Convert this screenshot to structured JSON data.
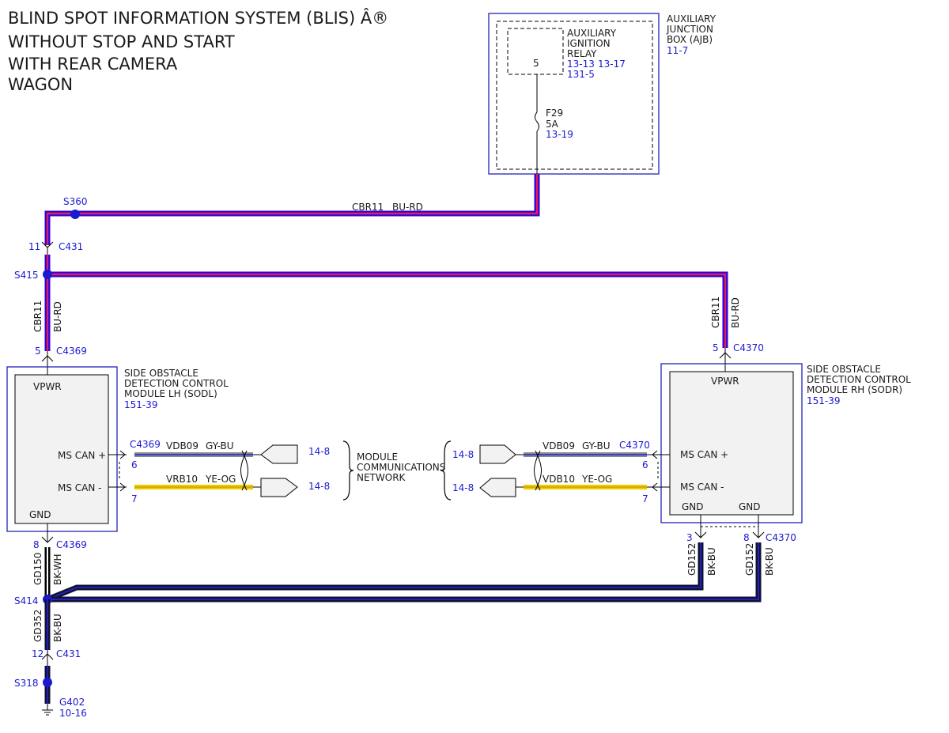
{
  "title": {
    "line1": "BLIND SPOT INFORMATION SYSTEM (BLIS) Â®",
    "line2": "WITHOUT STOP AND START",
    "line3": "WITH REAR CAMERA",
    "line4": "WAGON"
  },
  "ajb": {
    "name_line1": "AUXILIARY",
    "name_line2": "JUNCTION",
    "name_line3": "BOX (AJB)",
    "ref": "11-7",
    "relay_line1": "AUXILIARY",
    "relay_line2": "IGNITION",
    "relay_line3": "RELAY",
    "relay_pin": "5",
    "relay_ref1": "13-13",
    "relay_ref2": "13-17",
    "relay_ref3": "131-5",
    "fuse_name": "F29",
    "fuse_rating": "5A",
    "fuse_ref": "13-19"
  },
  "wires": {
    "cbr11": "CBR11",
    "bu_rd": "BU-RD",
    "gd150": "GD150",
    "bk_wh": "BK-WH",
    "gd352": "GD352",
    "bk_bu": "BK-BU",
    "gd152": "GD152",
    "vdb09": "VDB09",
    "gy_bu": "GY-BU",
    "vrb10": "VRB10",
    "ye_og": "YE-OG",
    "vdb10": "VDB10"
  },
  "splices": {
    "s360": "S360",
    "s415": "S415",
    "s414": "S414",
    "s318": "S318"
  },
  "connectors": {
    "c431": "C431",
    "c4369": "C4369",
    "c4370": "C4370",
    "pin_11": "11",
    "pin_12": "12",
    "pin_5": "5",
    "pin_6": "6",
    "pin_7": "7",
    "pin_8": "8",
    "pin_3": "3"
  },
  "ground": {
    "name": "G402",
    "ref": "10-16"
  },
  "sodl": {
    "name_line1": "SIDE OBSTACLE",
    "name_line2": "DETECTION CONTROL",
    "name_line3": "MODULE LH (SODL)",
    "ref": "151-39",
    "vpwr": "VPWR",
    "ms_can_plus": "MS CAN +",
    "ms_can_minus": "MS CAN -",
    "gnd": "GND"
  },
  "sodr": {
    "name_line1": "SIDE OBSTACLE",
    "name_line2": "DETECTION CONTROL",
    "name_line3": "MODULE RH (SODR)",
    "ref": "151-39",
    "vpwr": "VPWR",
    "ms_can_plus": "MS CAN +",
    "ms_can_minus": "MS CAN -",
    "gnd1": "GND",
    "gnd2": "GND"
  },
  "network": {
    "line1": "MODULE",
    "line2": "COMMUNICATIONS",
    "line3": "NETWORK",
    "ref": "14-8"
  },
  "colors": {
    "bu_rd_outer": "#3300dd",
    "bu_rd_inner": "#dd2255",
    "bk_bu_outer": "#111133",
    "bk_bu_inner": "#2222bb",
    "bk_wh_outer": "#000000",
    "bk_wh_inner": "#ffffff",
    "gy_bu_outer": "#8a8a8a",
    "gy_bu_inner": "#3344cc",
    "ye_og_outer": "#eecc00",
    "ye_og_inner": "#cc9900",
    "splice": "#1a1ad0"
  }
}
